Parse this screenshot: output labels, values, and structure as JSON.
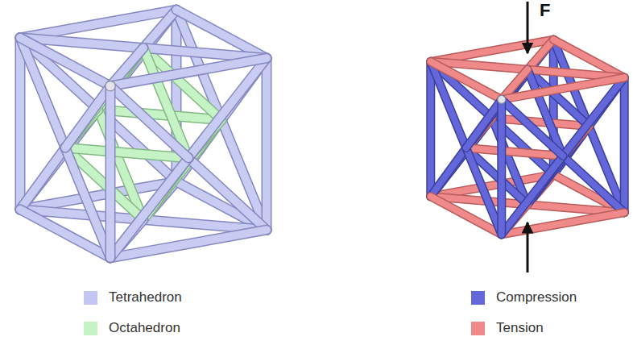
{
  "diagram": {
    "labels": [
      "F"
    ],
    "legend": [
      {
        "text": "Tetrahedron",
        "color": "#c3c6f2"
      },
      {
        "text": "Octahedron",
        "color": "#c6f3c6"
      },
      {
        "text": "Compression",
        "color": "#6367d9"
      },
      {
        "text": "Tension",
        "color": "#f08a8a"
      }
    ]
  }
}
